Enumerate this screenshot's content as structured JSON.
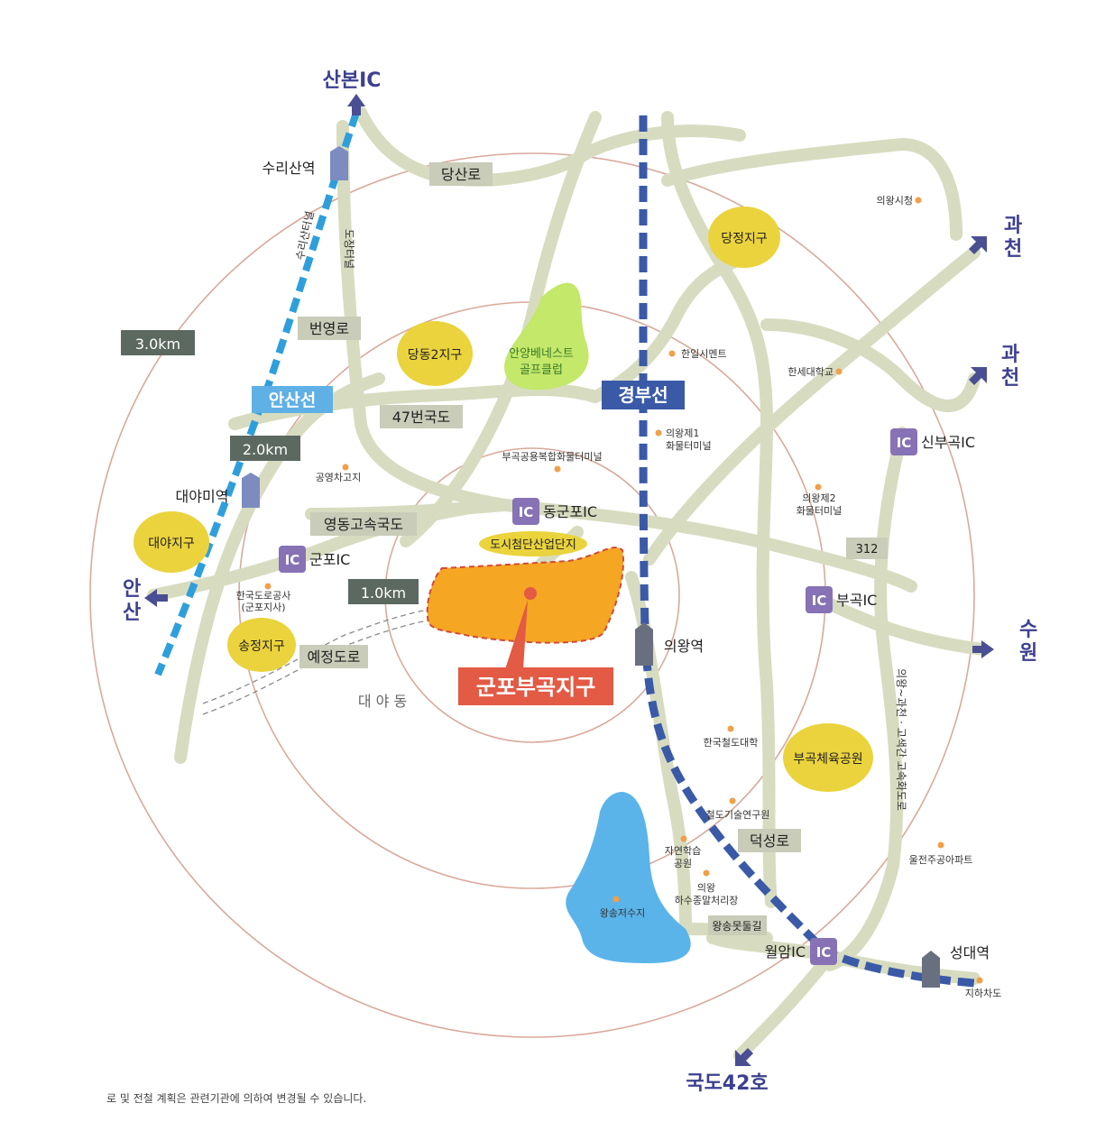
{
  "destinations": {
    "sanbon": "산본IC",
    "gwacheon1": "과\n천",
    "gwacheon2": "과\n천",
    "ansan": "안\n산",
    "suwon": "수\n원",
    "route42": "국도42호"
  },
  "distances": {
    "r1": "1.0km",
    "r2": "2.0km",
    "r3": "3.0km"
  },
  "rail_lines": {
    "ansan_line": "안산선",
    "gyeongbu_line": "경부선"
  },
  "stations": {
    "surisan": "수리산역",
    "daeyami": "대야미역",
    "uiwang": "의왕역",
    "seongdae": "성대역"
  },
  "tunnel_labels": {
    "a": "수리산터널",
    "b": "도장터널"
  },
  "road_labels": {
    "dangsan": "당산로",
    "beonyeong": "번영로",
    "gukdo47": "47번국도",
    "yeongdong": "영동고속국도",
    "yejeong": "예정도로",
    "deokseong": "덕성로",
    "road312": "312",
    "wangsong_trail": "왕송못둘길",
    "expressway": "의왕~과천 · 고색간 고속화도로"
  },
  "ic_labels": {
    "badge": "IC",
    "dong_gunpo": "동군포IC",
    "gunpo": "군포IC",
    "bugok": "부곡IC",
    "sinbugok": "신부곡IC",
    "wolam": "월암IC"
  },
  "districts": {
    "dangjeong": "당정지구",
    "dangdong2": "당동2지구",
    "daeya": "대야지구",
    "songjeong": "송정지구",
    "bugok_sports": "부곡체육공원",
    "industrial": "도시첨단산업단지"
  },
  "golf": "안양베네스트\n골프클럽",
  "landmarks": {
    "uiwang_cityhall": "의왕시청",
    "hanil_cement": "한일시멘트",
    "hanse_univ": "한세대학교",
    "terminal1": "의왕제1\n화물터미널",
    "terminal2": "의왕제2\n화물터미널",
    "bugok_complex": "부곡공용복합화물터미널",
    "gongyeong": "공영차고지",
    "highway_corp": "한국도로공사\n(군포지사)",
    "railway_univ": "한국철도대학",
    "railway_inst": "철도기술연구원",
    "nature_park": "자연학습\n공원",
    "sewage": "의왕\n하수종말처리장",
    "wangsong": "왕송저수지",
    "uljeon": "울전주공아파트",
    "underpass": "지하차도"
  },
  "area_label": "대  야  동",
  "site": "군포부곡지구",
  "footnote": "로 및 전철 계획은 관련기관에 의하여 변경될 수 있습니다.",
  "colors": {
    "road": "#d7dcc0",
    "ansan_line": "#2f9fdc",
    "gyeongbu_line": "#3a5aa8",
    "district": "#ead33c",
    "site": "#f5a623",
    "site_label": "#e35a45",
    "ic_badge": "#8672b4",
    "arrow": "#4a4f93",
    "lake": "#5ab4ea",
    "golf": "#c3e86a",
    "ring": "#d9a99a"
  },
  "icons": {
    "station": "station-pillar-icon",
    "ic": "ic-badge-icon",
    "landmark": "orange-dot-icon",
    "direction": "direction-arrow-icon"
  }
}
